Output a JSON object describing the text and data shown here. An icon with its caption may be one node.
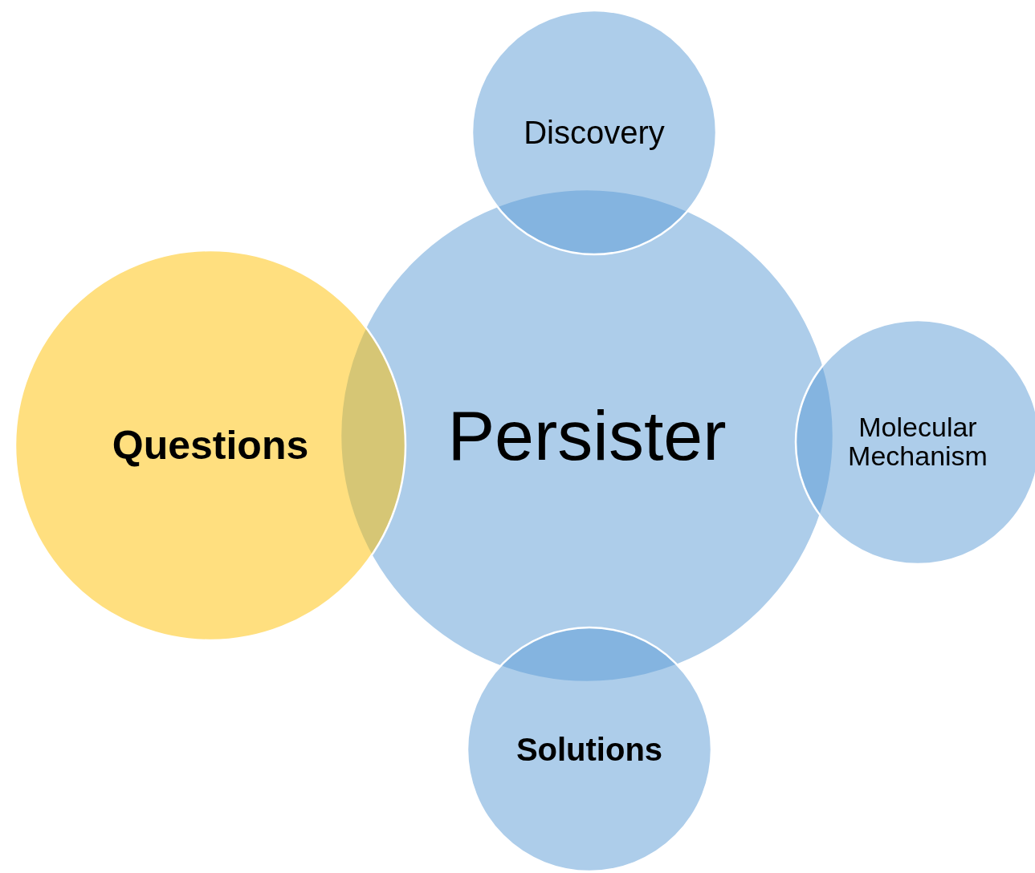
{
  "diagram": {
    "nodes": [
      {
        "text": [
          "Discovery"
        ]
      },
      {
        "text": [
          "Questions"
        ]
      },
      {
        "text": [
          "Persister"
        ]
      },
      {
        "text": [
          "Molecular Mechanism"
        ]
      },
      {
        "text": [
          "Solutions"
        ]
      }
    ]
  }
}
